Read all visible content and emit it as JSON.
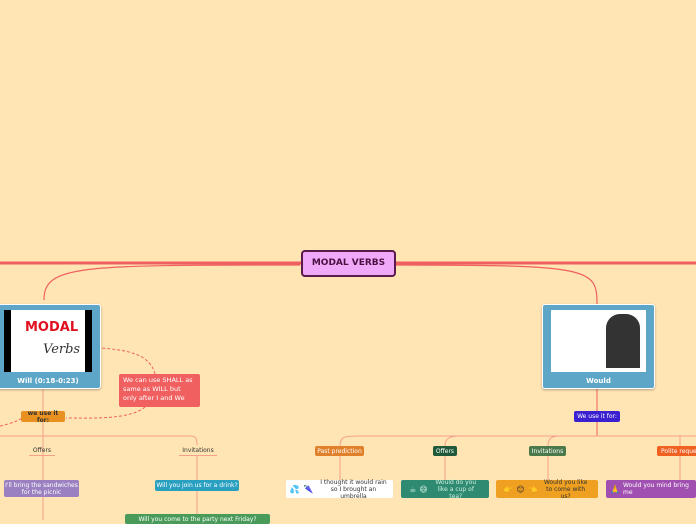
{
  "root": {
    "label": "MODAL VERBS"
  },
  "will": {
    "caption": "Will (0:18-0:23)",
    "image_text_1": "MODAL",
    "image_text_2": "Verbs",
    "use_label": "we use it for:",
    "note": "We can use SHALL as same as WILL but only after I and We",
    "branches": [
      {
        "label": "Offers",
        "example": "I'll bring the sandwiches for the picnic"
      },
      {
        "label": "Invitations",
        "example": "Will you join us for a drink?",
        "example2": "Will you come to the party next Friday?"
      }
    ]
  },
  "would": {
    "caption": "Would",
    "use_label": "We use it for:",
    "branches": [
      {
        "label": "Past prediction",
        "example": "I thought it would rain so I brought an umbrella",
        "icons": [
          "sweat-drops-icon",
          "umbrella-icon"
        ],
        "color": "#e0802a",
        "ex_color": "#ffffff"
      },
      {
        "label": "Offers",
        "example": "Would do you like a cup of tea?",
        "icons": [
          "coffee-icon",
          "smile-icon"
        ],
        "color": "#1e5a3a",
        "ex_color": "#2e8a70"
      },
      {
        "label": "Invitations",
        "example": "Would you like to come with us?",
        "icons": [
          "pointing-hand-icon",
          "smile-icon",
          "pointing-hand-icon"
        ],
        "color": "#4a7a4a",
        "ex_color": "#f0a020"
      },
      {
        "label": "Polite requests",
        "example": "Would you mind bring me",
        "icons": [
          "praying-hands-icon"
        ],
        "color": "#f06020",
        "ex_color": "#a050b0"
      }
    ]
  },
  "colors": {
    "background": "#ffe5b4",
    "main_line": "#f06060",
    "branch_line": "#f4a08a"
  }
}
